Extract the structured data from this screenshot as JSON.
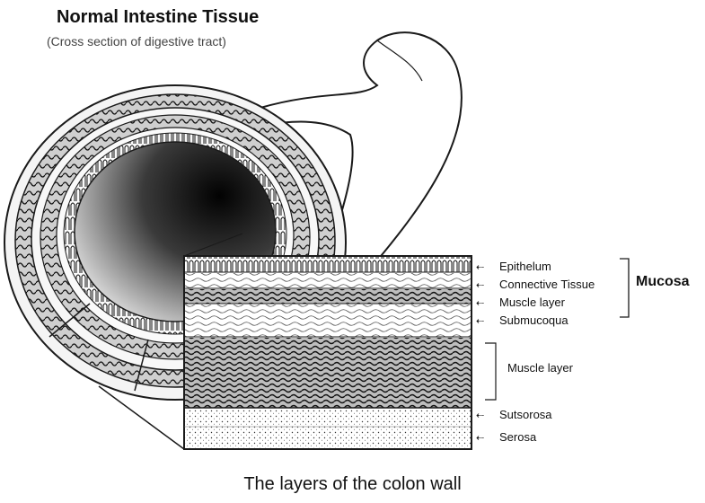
{
  "header": {
    "title": "Normal Intestine Tissue",
    "subtitle": "(Cross section of digestive tract)"
  },
  "labels": {
    "epithelium": "Epithelum",
    "connective_tissue": "Connective Tissue",
    "muscle_layer_mucosa": "Muscle layer",
    "submucosa": "Submucoqua",
    "muscle_layer": "Muscle layer",
    "subserosa": "Sutsorosa",
    "serosa": "Serosa",
    "mucosa": "Mucosa"
  },
  "caption": "The layers of the colon wall",
  "colors": {
    "ink": "#1a1a1a",
    "lumen_dark": "#050505",
    "lumen_light": "#e6e6e6"
  }
}
